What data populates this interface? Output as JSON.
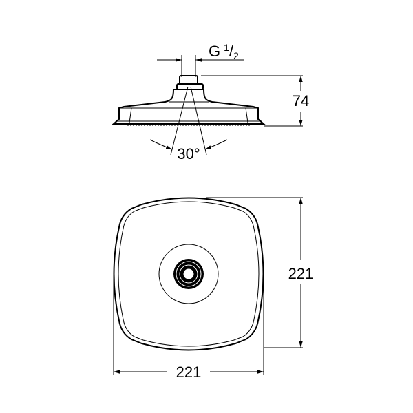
{
  "side_view": {
    "thread_label_main": "G",
    "thread_label_num": "1",
    "thread_label_den": "2",
    "height_dim": "74",
    "angle_dim": "30°"
  },
  "top_view": {
    "height_dim": "221",
    "width_dim": "221"
  }
}
